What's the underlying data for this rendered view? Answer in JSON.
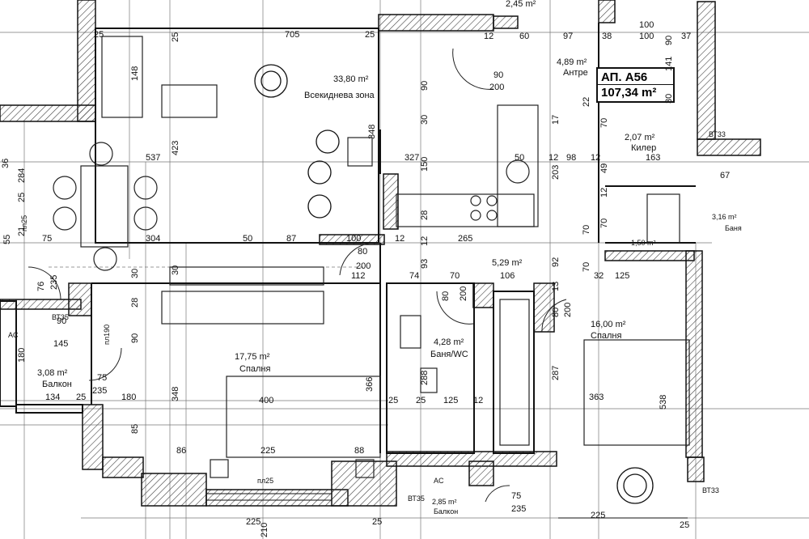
{
  "apartment": {
    "id": "АП. А56",
    "total_area": "107,34 m²"
  },
  "rooms": [
    {
      "name": "Всекиднева зона",
      "area": "33,80 m²"
    },
    {
      "name": "Антре",
      "area": "4,89 m²"
    },
    {
      "name": "Килер",
      "area": "2,07 m²"
    },
    {
      "name": "Спалня",
      "area": "17,75 m²"
    },
    {
      "name": "Баня/WC",
      "area": "4,28 m²"
    },
    {
      "name": "",
      "area": "5,29 m²"
    },
    {
      "name": "Спалня",
      "area": "16,00 m²"
    },
    {
      "name": "Балкон",
      "area": "3,08 m²"
    },
    {
      "name": "Балкон",
      "area": "2,85 m²"
    },
    {
      "name": "",
      "area": "1,50 m²"
    },
    {
      "name": "Баня",
      "area": "3,16 m²"
    }
  ],
  "dimensions": {
    "d705": "705",
    "d25a": "25",
    "d25b": "25",
    "d25c": "25",
    "d12a": "12",
    "d60": "60",
    "d97": "97",
    "d38": "38",
    "d100a": "100",
    "d100b": "100",
    "d37": "37",
    "d148": "148",
    "d423": "423",
    "d537": "537",
    "d348a": "348",
    "d327": "327",
    "d90a": "90",
    "d30a": "30",
    "d150": "150",
    "d12b": "12",
    "d98": "98",
    "d12c": "12",
    "d203": "203",
    "d17": "17",
    "d22": "22",
    "d70a": "70",
    "d200a": "200",
    "d163": "163",
    "d49": "49",
    "d12d": "12",
    "d70b": "70",
    "d200b": "200",
    "d36": "36",
    "d284": "284",
    "d25d": "25",
    "d21": "21",
    "d55": "55",
    "d75a": "75",
    "d304": "304",
    "d50a": "50",
    "d87": "87",
    "d100c": "100",
    "d12e": "12",
    "d265": "265",
    "d12f": "12",
    "d28": "28",
    "d80": "80",
    "d200c": "200",
    "d93": "93",
    "d92": "92",
    "d70c": "70",
    "d30b": "30",
    "d112": "112",
    "d74": "74",
    "d70d": "70",
    "d106": "106",
    "d13": "13",
    "d32": "32",
    "d125": "125",
    "d235a": "235",
    "d76": "76",
    "d28b": "28",
    "d90b": "90",
    "d190": "190",
    "d145": "145",
    "d180": "180",
    "d90c": "90",
    "d366": "366",
    "d288": "288",
    "d287": "287",
    "d400": "400",
    "d363": "363",
    "d538": "538",
    "d134": "134",
    "d25e": "25",
    "d235b": "235",
    "d180b": "180",
    "d75b": "75",
    "d348b": "348",
    "d25f": "25",
    "d25g": "25",
    "d125b": "125",
    "d12g": "12",
    "d85": "85",
    "d86": "86",
    "d225a": "225",
    "d88": "88",
    "d25h": "25",
    "d225b": "225",
    "d210": "210",
    "d225c": "225",
    "d25i": "25",
    "d235c": "235",
    "d75c": "75",
    "d50b": "50",
    "d30c": "30",
    "d67": "67",
    "d80b": "80",
    "d200d": "200",
    "d30d": "30",
    "d70e": "70",
    "d200e": "200",
    "d141": "141",
    "d90d": "90"
  },
  "door_labels": {
    "door1_w": "90",
    "door1_h": "200",
    "door2": "80",
    "door2_h": "200"
  },
  "misc": {
    "ac1": "AC",
    "ac2": "AC",
    "bt35a": "ВТ35",
    "bt35b": "ВТ35",
    "bt33a": "ВТ33",
    "bt33b": "ВТ33",
    "pl25a": "пл25",
    "pl25b": "пл25",
    "pl190": "пл190",
    "top_dim": "2,45 m²"
  }
}
